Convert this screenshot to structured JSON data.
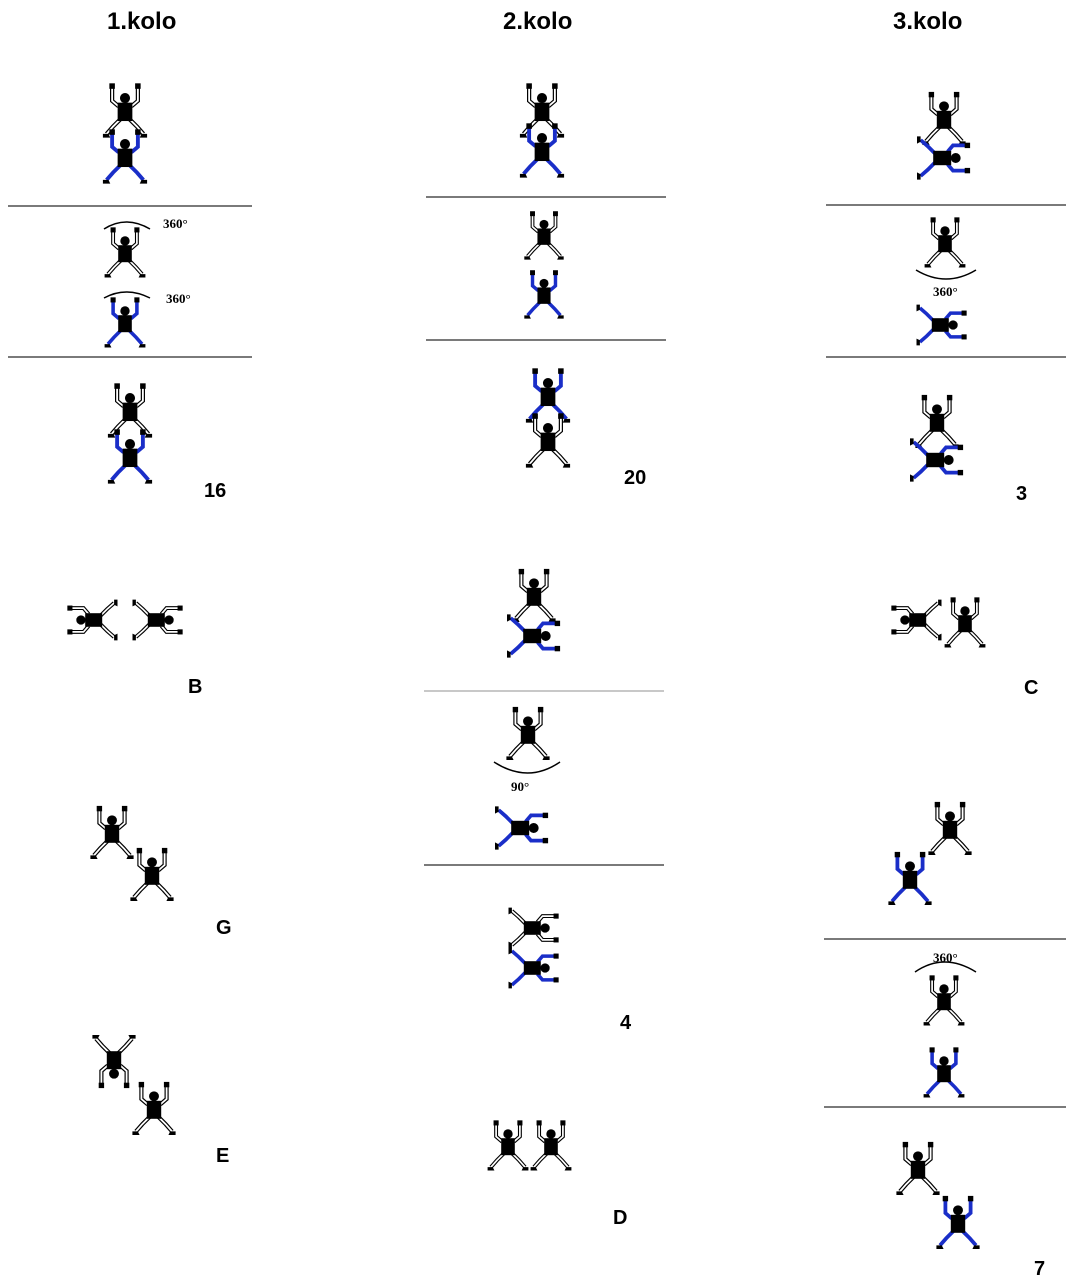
{
  "columns": {
    "col1": {
      "title": "1.kolo",
      "labels": [
        "16",
        "B",
        "G",
        "E"
      ]
    },
    "col2": {
      "title": "2.kolo",
      "labels": [
        "20",
        "4",
        "D"
      ]
    },
    "col3": {
      "title": "3.kolo",
      "labels": [
        "3",
        "C",
        "7"
      ]
    }
  },
  "rotations": {
    "col1_top": "360°",
    "col1_bottom": "360°",
    "col2": "90°",
    "col3_first": "360°",
    "col3_second": "360°"
  },
  "colors": {
    "partner_b": "#1a2ec8",
    "body": "#000000",
    "line": "#7a7a7a"
  },
  "figure_icon": "skydiver-icon"
}
